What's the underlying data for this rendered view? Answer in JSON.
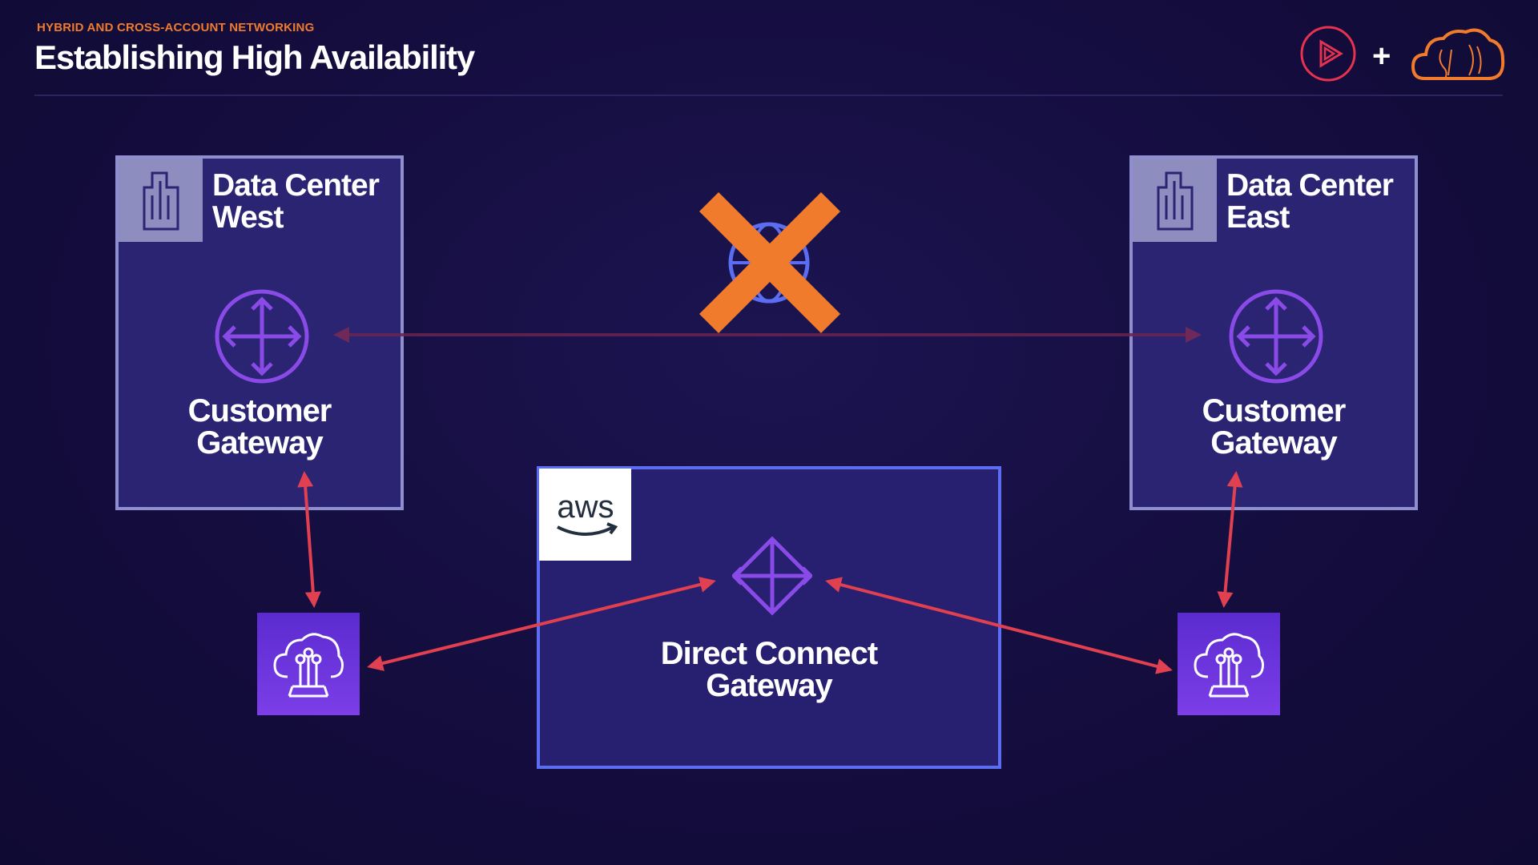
{
  "header": {
    "kicker": "HYBRID AND CROSS-ACCOUNT NETWORKING",
    "title": "Establishing High Availability",
    "plus": "+"
  },
  "icons": {
    "brand_left": "play-circle-icon",
    "brand_right": "cloud-icon",
    "building": "building-icon",
    "gateway": "customer-gateway-icon",
    "dx_gateway": "direct-connect-gateway-icon",
    "router": "direct-connect-location-icon",
    "failure": "x-mark-icon"
  },
  "data_centers": {
    "west": {
      "line1": "Data Center",
      "line2": "West",
      "gateway_line1": "Customer",
      "gateway_line2": "Gateway"
    },
    "east": {
      "line1": "Data Center",
      "line2": "East",
      "gateway_line1": "Customer",
      "gateway_line2": "Gateway"
    }
  },
  "aws": {
    "logo_text": "aws",
    "gateway_line1": "Direct Connect",
    "gateway_line2": "Gateway"
  },
  "colors": {
    "accent_orange": "#f07b2c",
    "link_red": "#e0404f",
    "aws_border": "#5b6df0",
    "icon_purple": "#8a4ae8"
  }
}
